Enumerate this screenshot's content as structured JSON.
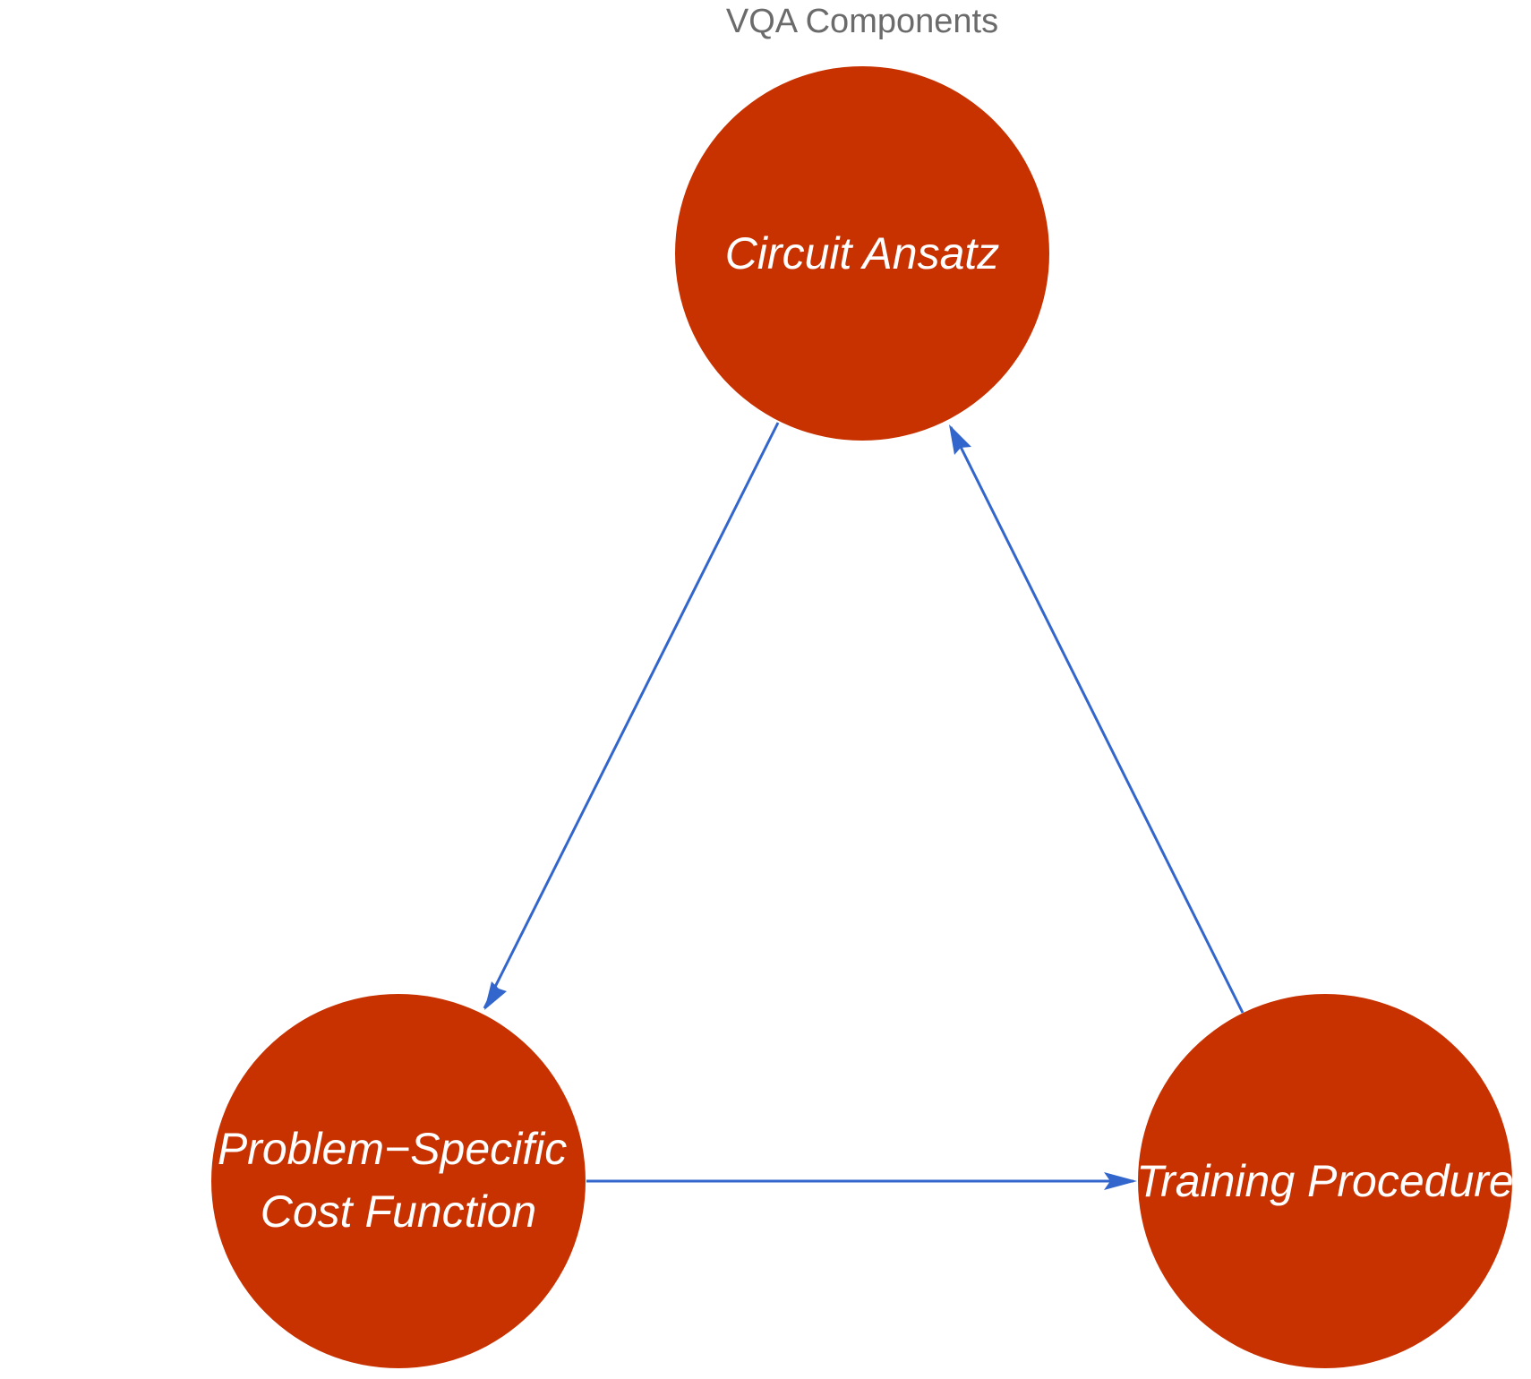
{
  "title": "VQA Components",
  "colors": {
    "node_fill": "#c83200",
    "edge": "#3366cc",
    "title": "#6b6b6b",
    "label": "#ffffff"
  },
  "nodes": [
    {
      "id": "ansatz",
      "lines": [
        "Circuit Ansatz"
      ]
    },
    {
      "id": "cost",
      "lines": [
        "Problem−Specific",
        "Cost Function"
      ]
    },
    {
      "id": "training",
      "lines": [
        "Training Procedure"
      ]
    }
  ],
  "edges": [
    {
      "from": "ansatz",
      "to": "cost"
    },
    {
      "from": "cost",
      "to": "training"
    },
    {
      "from": "training",
      "to": "ansatz"
    }
  ]
}
